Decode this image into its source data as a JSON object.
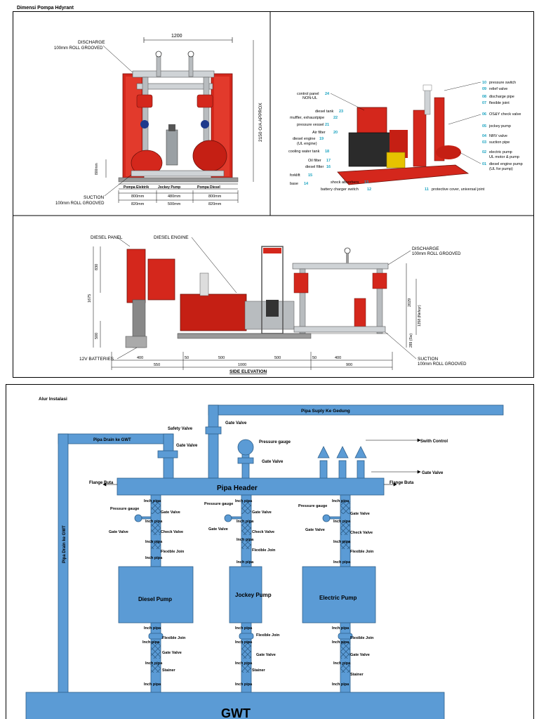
{
  "top": {
    "title": "Dimensi Pompa Hdyrant",
    "front": {
      "dim_top": "1200",
      "discharge": "DISCHARGE",
      "discharge_sub": "100mm ROLL GROOVED",
      "height_label": "2150 O/A APPROX",
      "side_dim": "800mm",
      "label_left": "Pompa Elektrik",
      "label_mid": "Jockey Pump",
      "label_right": "Pompa Diesel",
      "suction": "SUCTION",
      "suction_sub": "100mm ROLL GROOVED",
      "dims_row1": [
        "800mm",
        "480mm",
        "800mm"
      ],
      "dims_row2": [
        "820mm",
        "500mm",
        "820mm"
      ]
    },
    "callouts": {
      "left": [
        {
          "label": "control panel",
          "sub": "NON-UL",
          "num": "24"
        },
        {
          "label": "diesel tank",
          "num": "23"
        },
        {
          "label": "muffler, exhaustpipe",
          "num": "22"
        },
        {
          "label": "pressure vessel",
          "num": "21"
        },
        {
          "label": "Air filter",
          "num": "20"
        },
        {
          "label": "diesel engine",
          "sub": "(UL engine)",
          "num": "19"
        },
        {
          "label": "cooling water tank",
          "num": "18"
        },
        {
          "label": "Oil filter",
          "num": "17"
        },
        {
          "label": "diesel filter",
          "num": "16"
        },
        {
          "label": "forklift",
          "num": "15"
        },
        {
          "label": "base",
          "num": "14"
        }
      ],
      "bottom": [
        {
          "label": "shock absorbers",
          "num": "13"
        },
        {
          "label": "battery charger switch",
          "num": "12"
        },
        {
          "label": "protective cover, universal joint",
          "num": "11"
        }
      ],
      "right": [
        {
          "num": "10",
          "label": "pressure switch"
        },
        {
          "num": "09",
          "label": "relief valve"
        },
        {
          "num": "08",
          "label": "discharge pipe"
        },
        {
          "num": "07",
          "label": "flexible joint"
        },
        {
          "num": "06",
          "label": "OS&Y check valve"
        },
        {
          "num": "05",
          "label": "jockey pump"
        },
        {
          "num": "04",
          "label": "NRV valve"
        },
        {
          "num": "03",
          "label": "suction pipe"
        },
        {
          "num": "02",
          "label": "electric pump",
          "sub": "UL motor & pump"
        },
        {
          "num": "01",
          "label": "diesel engine pump",
          "sub": "(UL for pump)"
        }
      ]
    },
    "side": {
      "diesel_panel": "DIESEL PANEL",
      "diesel_engine": "DIESEL ENGINE",
      "discharge": "DISCHARGE",
      "discharge_sub": "100mm ROLL GROOVED",
      "batteries": "12V BATTERIES",
      "suction": "SUCTION",
      "suction_sub": "100mm ROLL GROOVED",
      "caption": "SIDE ELEVATION",
      "v_dims": [
        "830",
        "1675",
        "500"
      ],
      "r_dims": [
        "2029",
        "1358 (Nefeyr)",
        "289 (Sw)"
      ],
      "dims_row1": [
        "400",
        "50",
        "500",
        "500",
        "50",
        "400"
      ],
      "dims_row2": [
        "550",
        "1000",
        "900"
      ]
    }
  },
  "bottom": {
    "title": "Alur Instalasi",
    "supply": "Pipa Suply Ke Gedung",
    "drain": "Pipa Drain ke GWT",
    "drain_vertical": "Pipa Drain ke GWT",
    "safety_valve": "Safety Valve",
    "gate_valve": "Gate Valve",
    "pressure_gauge": "Pressure gauge",
    "switch_control": "Swith Control",
    "header": "Pipa Header",
    "flange_left": "Flange Buta",
    "flange_right": "Flange Buta",
    "inch_pipa": "Inch pipa",
    "check_valve": "Check Valve",
    "flexible_join": "Flexible Join",
    "stainer": "Stainer",
    "pumps": [
      "Diesel Pump",
      "Jockey Pump",
      "Electric Pump"
    ],
    "gwt": "GWT"
  },
  "colors": {
    "pipe_fill": "#5b9bd5",
    "pipe_stroke": "#2e5f8a",
    "pump_red": "#d4271c",
    "callout_num": "#1aa3c0"
  }
}
